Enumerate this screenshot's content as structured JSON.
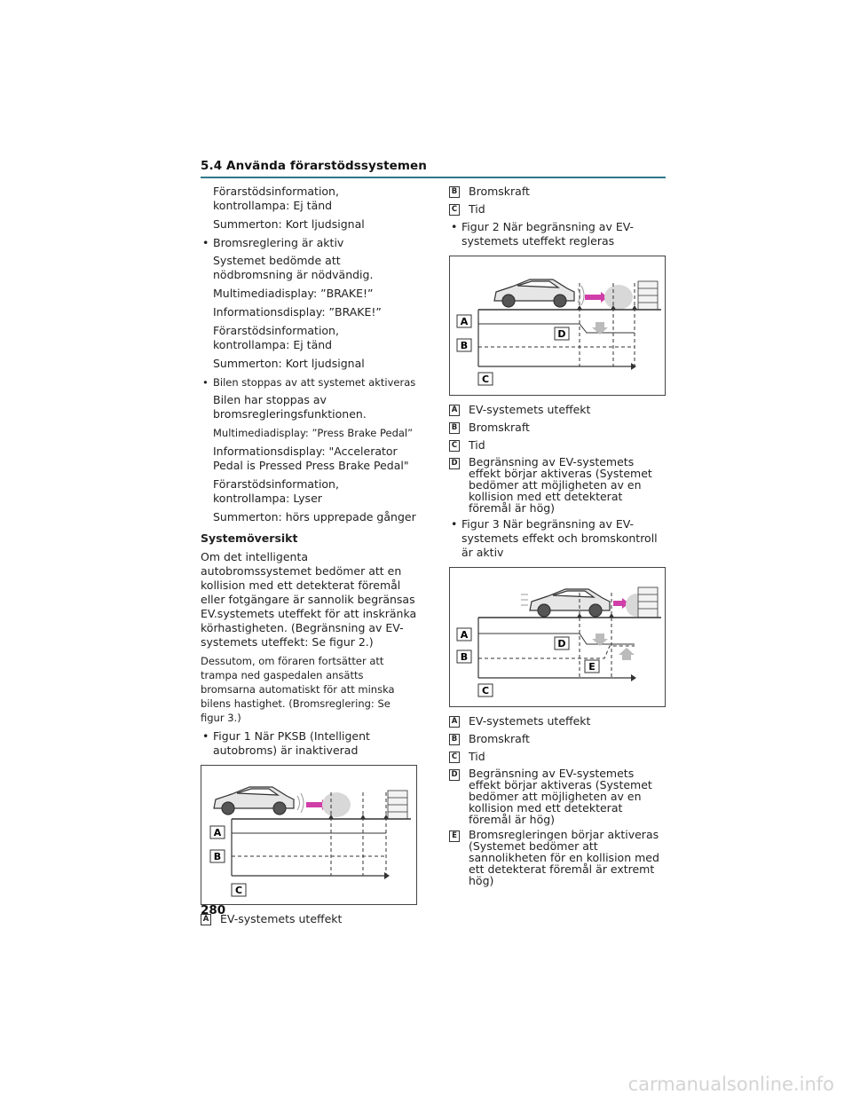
{
  "header": {
    "title": "5.4  Använda förarstödssystemen"
  },
  "page_number": "280",
  "watermark": "carmanualsonline.info",
  "left": {
    "l1": "Förarstödsinformation, kontrollampa: Ej tänd",
    "l2": "Summerton: Kort ljudsignal",
    "b1": "Bromsreglering är aktiv",
    "l3": "Systemet bedömde att nödbromsning är nödvändig.",
    "l4": "Multimediadisplay: ”BRAKE!”",
    "l5": "Informationsdisplay: ”BRAKE!”",
    "l6": "Förarstödsinformation, kontrollampa: Ej tänd",
    "l7": "Summerton: Kort ljudsignal",
    "b2": "Bilen stoppas av att systemet aktiveras",
    "l8": "Bilen har stoppas av bromsregleringsfunktionen.",
    "l9": "Multimediadisplay: ”Press Brake Pedal”",
    "l10": "Informationsdisplay: \"Accelerator Pedal is Pressed Press Brake Pedal\"",
    "l11": "Förarstödsinformation, kontrollampa: Lyser",
    "l12": "Summerton: hörs upprepade gånger",
    "heading": "Systemöversikt",
    "para1": "Om det intelligenta autobromssystemet bedömer att en kollision med ett detekterat föremål eller fotgängare är sannolik begränsas EV.systemets uteffekt för att inskränka körhastigheten. (Begränsning av EV-systemets uteffekt: Se figur 2.)",
    "para2": "Dessutom, om föraren fortsätter att trampa ned gaspedalen ansätts bromsarna automatiskt för att minska bilens hastighet. (Bromsreglering: Se figur 3.)",
    "b3": "Figur 1 När PKSB (Intelligent autobroms) är inaktiverad",
    "fig1_legend": [
      {
        "key": "A",
        "text": "EV-systemets uteffekt"
      }
    ]
  },
  "right": {
    "top_legend": [
      {
        "key": "B",
        "text": "Bromskraft"
      },
      {
        "key": "C",
        "text": "Tid"
      }
    ],
    "b1": "Figur 2 När begränsning av EV-systemets uteffekt regleras",
    "fig2_legend": [
      {
        "key": "A",
        "text": "EV-systemets uteffekt"
      },
      {
        "key": "B",
        "text": "Bromskraft"
      },
      {
        "key": "C",
        "text": "Tid"
      },
      {
        "key": "D",
        "text": "Begränsning av EV-systemets effekt börjar aktiveras (Systemet bedömer att möjligheten av en kollision med ett detekterat föremål är hög)"
      }
    ],
    "b2": "Figur 3 När begränsning av EV-systemets effekt och bromskontroll är aktiv",
    "fig3_legend": [
      {
        "key": "A",
        "text": "EV-systemets uteffekt"
      },
      {
        "key": "B",
        "text": "Bromskraft"
      },
      {
        "key": "C",
        "text": "Tid"
      },
      {
        "key": "D",
        "text": "Begränsning av EV-systemets effekt börjar aktiveras (Systemet bedömer att möjligheten av en kollision med ett detekterat föremål är hög)"
      },
      {
        "key": "E",
        "text": "Bromsregleringen börjar aktiveras (Systemet bedömer att sannolikheten för en kollision med ett detekterat föremål är extremt hög)"
      }
    ]
  },
  "figure_labels": {
    "a": "A",
    "b": "B",
    "c": "C",
    "d": "D",
    "e": "E"
  }
}
